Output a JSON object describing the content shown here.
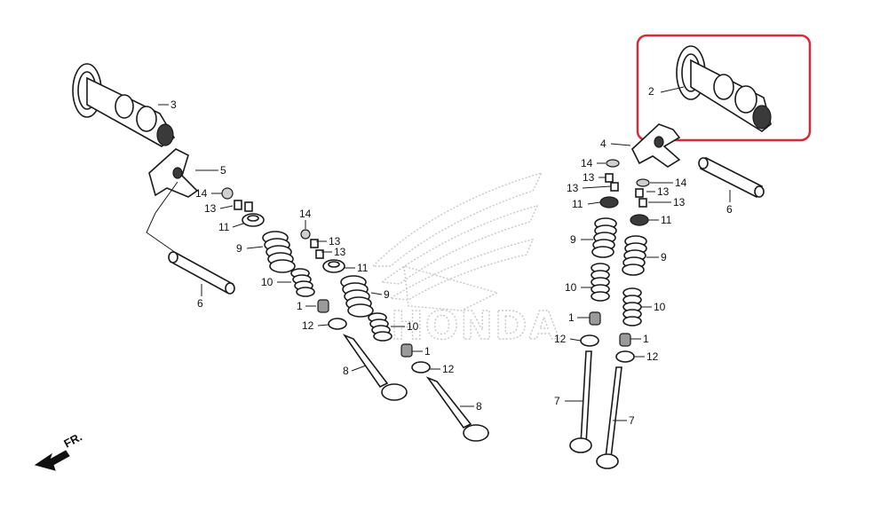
{
  "diagram": {
    "watermark_text": "HONDA",
    "direction_label": "FR.",
    "highlight_color": "#d62b3a",
    "callouts": [
      {
        "id": "c3",
        "label": "3"
      },
      {
        "id": "c2",
        "label": "2"
      },
      {
        "id": "c5",
        "label": "5"
      },
      {
        "id": "c4",
        "label": "4"
      },
      {
        "id": "c6a",
        "label": "6"
      },
      {
        "id": "c6b",
        "label": "6"
      },
      {
        "id": "c14a",
        "label": "14"
      },
      {
        "id": "c13a",
        "label": "13"
      },
      {
        "id": "c11a",
        "label": "11"
      },
      {
        "id": "c9a",
        "label": "9"
      },
      {
        "id": "c10a",
        "label": "10"
      },
      {
        "id": "c1a",
        "label": "1"
      },
      {
        "id": "c12a",
        "label": "12"
      },
      {
        "id": "c8a",
        "label": "8"
      },
      {
        "id": "c14b",
        "label": "14"
      },
      {
        "id": "c13b",
        "label": "13"
      },
      {
        "id": "c13c",
        "label": "13"
      },
      {
        "id": "c11b",
        "label": "11"
      },
      {
        "id": "c9b",
        "label": "9"
      },
      {
        "id": "c10b",
        "label": "10"
      },
      {
        "id": "c1b",
        "label": "1"
      },
      {
        "id": "c12b",
        "label": "12"
      },
      {
        "id": "c8b",
        "label": "8"
      },
      {
        "id": "c14c",
        "label": "14"
      },
      {
        "id": "c13d",
        "label": "13"
      },
      {
        "id": "c13e",
        "label": "13"
      },
      {
        "id": "c11c",
        "label": "11"
      },
      {
        "id": "c9c",
        "label": "9"
      },
      {
        "id": "c10c",
        "label": "10"
      },
      {
        "id": "c1c",
        "label": "1"
      },
      {
        "id": "c12c",
        "label": "12"
      },
      {
        "id": "c7a",
        "label": "7"
      },
      {
        "id": "c14d",
        "label": "14"
      },
      {
        "id": "c13f",
        "label": "13"
      },
      {
        "id": "c13g",
        "label": "13"
      },
      {
        "id": "c11d",
        "label": "11"
      },
      {
        "id": "c9d",
        "label": "9"
      },
      {
        "id": "c10d",
        "label": "10"
      },
      {
        "id": "c1d",
        "label": "1"
      },
      {
        "id": "c12d",
        "label": "12"
      },
      {
        "id": "c7b",
        "label": "7"
      }
    ]
  }
}
